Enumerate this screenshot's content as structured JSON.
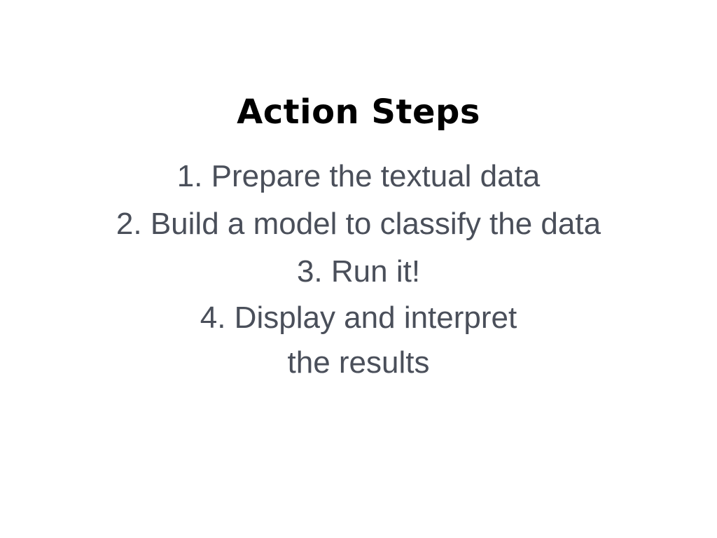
{
  "slide": {
    "title": "Action Steps",
    "steps": [
      {
        "lines": [
          "1. Prepare the textual data"
        ]
      },
      {
        "lines": [
          "2. Build a model to classify the data"
        ]
      },
      {
        "lines": [
          "3. Run it!"
        ]
      },
      {
        "lines": [
          "4. Display and interpret",
          "the results"
        ]
      }
    ]
  },
  "colors": {
    "background": "#ffffff",
    "title": "#000000",
    "body_text": "#4a4f5a"
  }
}
